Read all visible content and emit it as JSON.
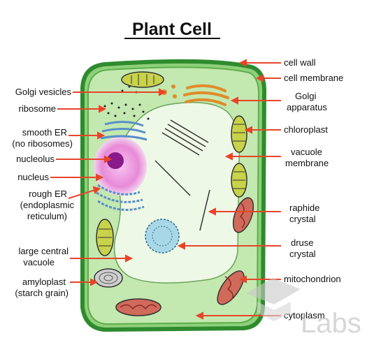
{
  "title": "Plant Cell",
  "watermark": "Labs",
  "colors": {
    "wall": "#2e8b2e",
    "membrane_fill": "#8fd07a",
    "cytoplasm": "#c3e8b0",
    "vacuole": "#eef8e6",
    "pointer": "#e8442a",
    "chloroplast": "#c8d24a",
    "mitochondrion": "#d06a5a",
    "golgi": "#e08a2a",
    "er": "#5a8fc8",
    "nucleus": "#e88ad8",
    "nucleolus": "#8a1a8a"
  },
  "labels_left": [
    "Golgi vesicles",
    "ribosome",
    "smooth ER",
    "(no ribosomes)",
    "nucleolus",
    "nucleus",
    "rough ER",
    "(endoplasmic",
    "reticulum)",
    "large central",
    "vacuole",
    "amyloplast",
    "(starch grain)"
  ],
  "labels_right": [
    "cell wall",
    "cell membrane",
    "Golgi",
    "apparatus",
    "chloroplast",
    "vacuole",
    "membrane",
    "raphide",
    "crystal",
    "druse",
    "crystal",
    "mitochondrion",
    "cytoplasm"
  ]
}
